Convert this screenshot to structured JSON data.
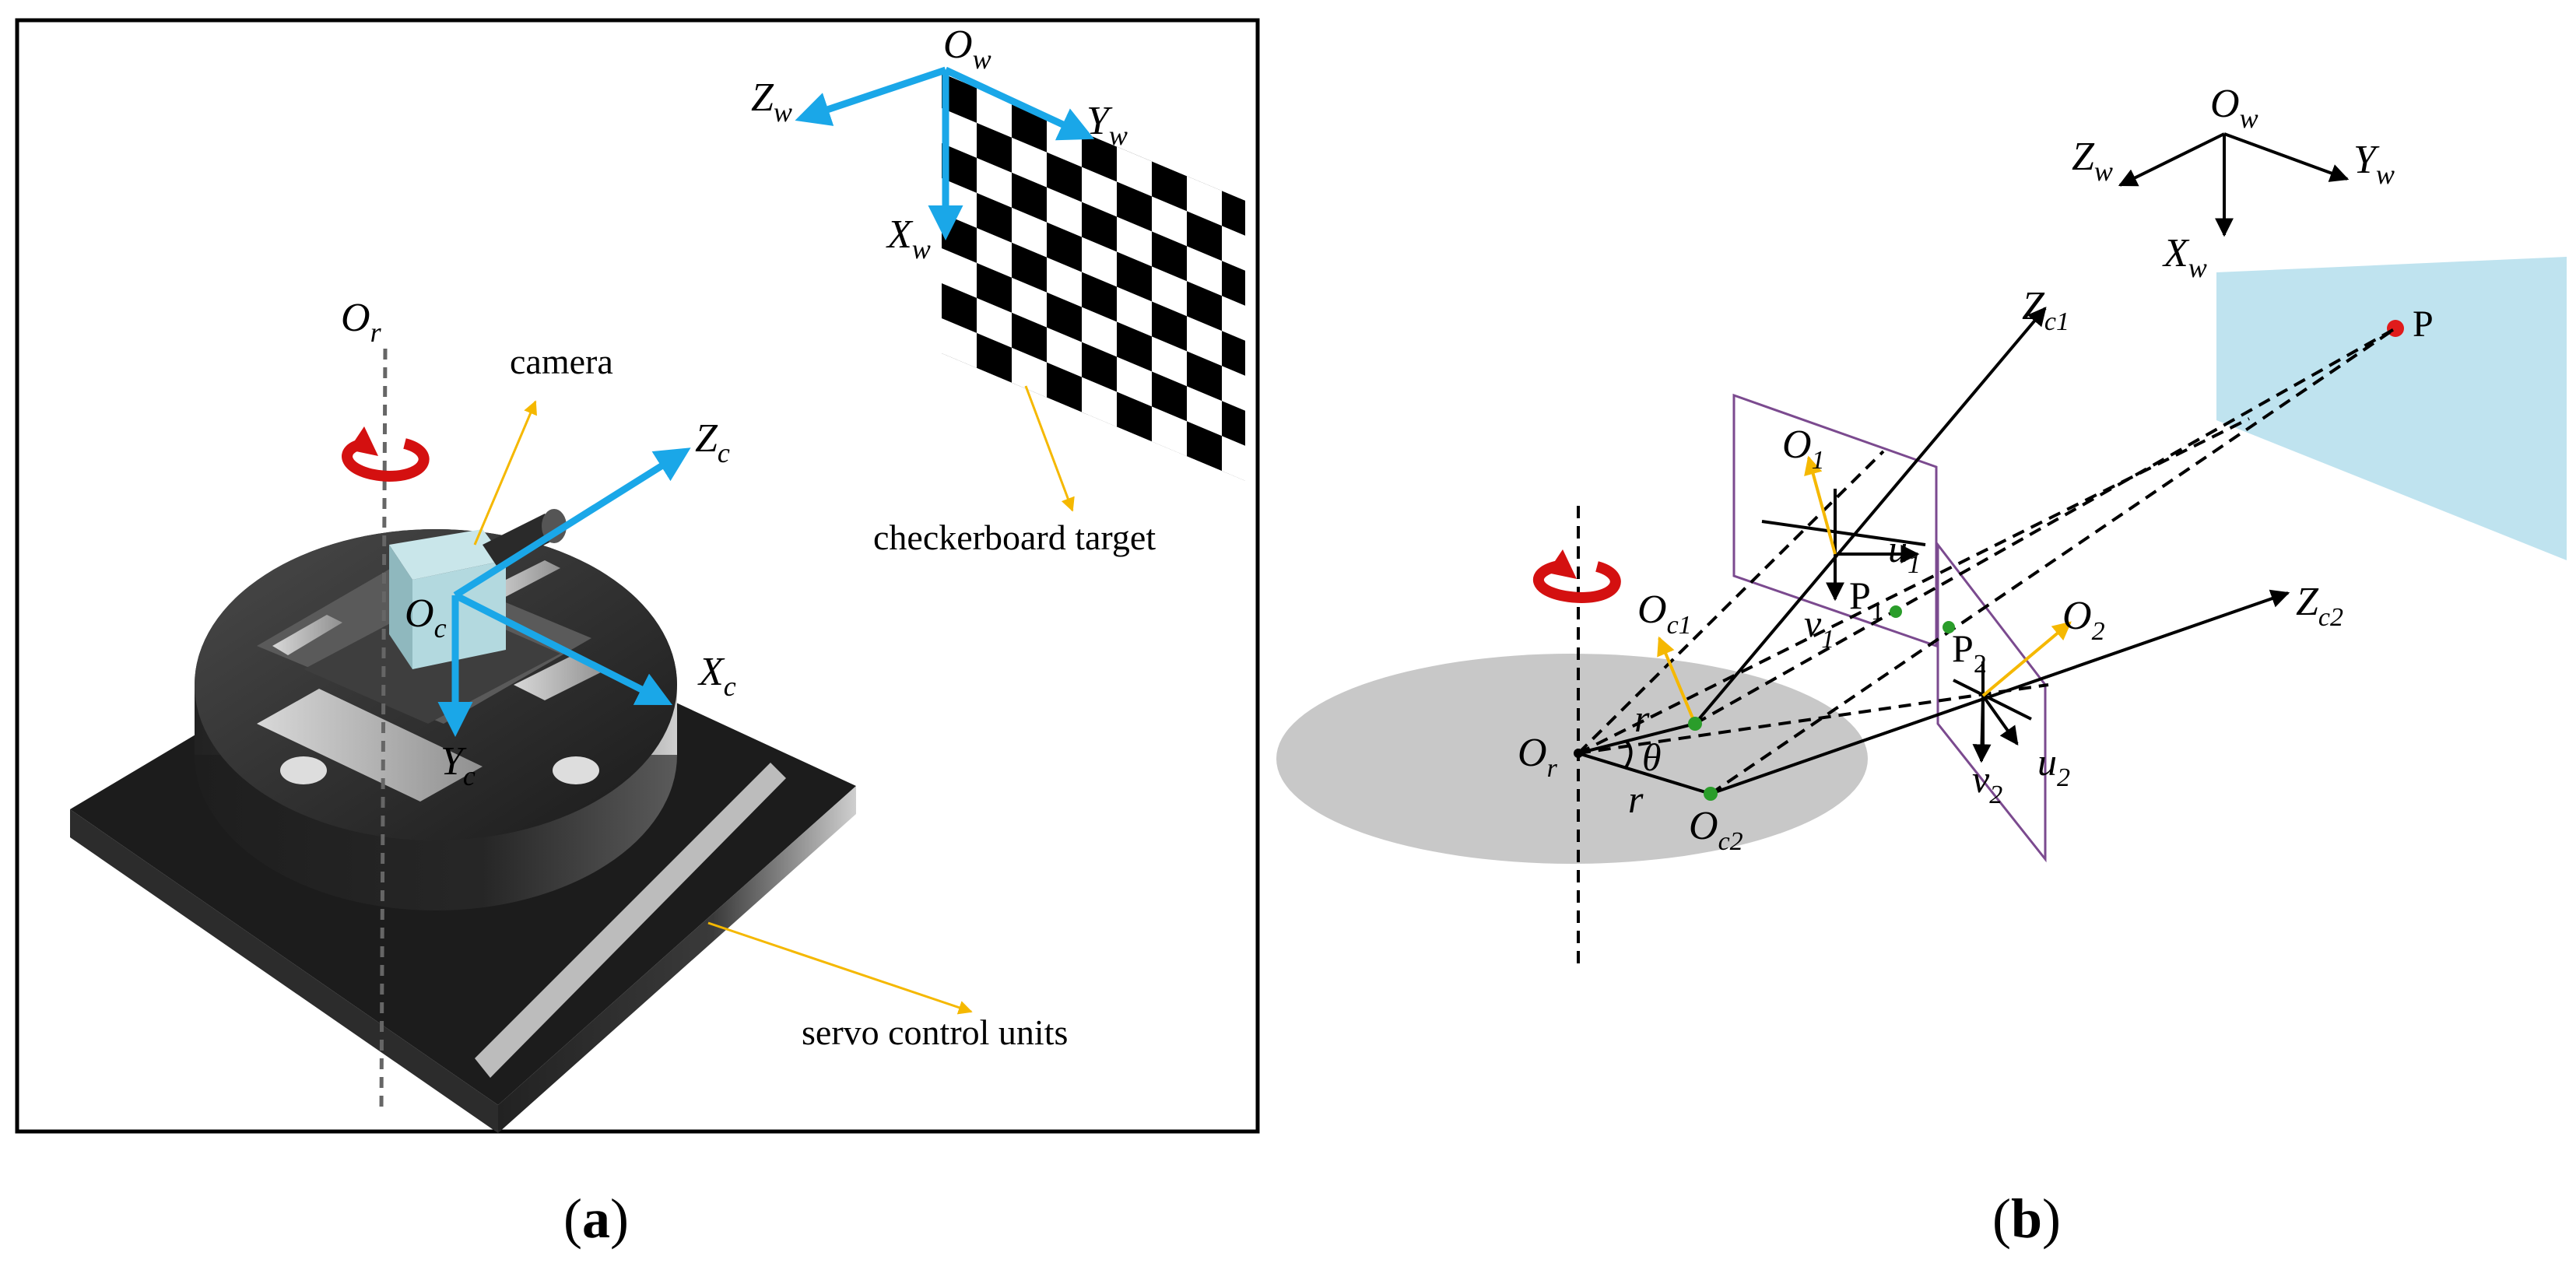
{
  "panel_a": {
    "caption": {
      "open": "(",
      "letter": "a",
      "close": ")"
    },
    "world_frame": {
      "origin": "O",
      "origin_sub": "w",
      "z": "Z",
      "z_sub": "w",
      "y": "Y",
      "y_sub": "w",
      "x": "X",
      "x_sub": "w"
    },
    "camera_frame": {
      "origin": "O",
      "origin_sub": "c",
      "z": "Z",
      "z_sub": "c",
      "x": "X",
      "x_sub": "c",
      "y": "Y",
      "y_sub": "c"
    },
    "rotation_axis": {
      "label": "O",
      "label_sub": "r"
    },
    "callouts": {
      "camera": "camera",
      "checkerboard": "checkerboard target",
      "servo": "servo control units"
    },
    "colors": {
      "axis": "#1aa7e8",
      "leader": "#f5b800",
      "rotation_arrow": "#d41010"
    }
  },
  "panel_b": {
    "caption": {
      "open": "(",
      "letter": "b",
      "close": ")"
    },
    "world_frame": {
      "origin": "O",
      "origin_sub": "w",
      "z": "Z",
      "z_sub": "w",
      "y": "Y",
      "y_sub": "w",
      "x": "X",
      "x_sub": "w"
    },
    "point": "P",
    "rotation_origin": {
      "label": "O",
      "sub": "r"
    },
    "camera1": {
      "zc": "Z",
      "zc_sub": "c1",
      "oc": "O",
      "oc_sub": "c1",
      "o": "O",
      "o_sub": "1",
      "u": "u",
      "u_sub": "1",
      "v": "v",
      "v_sub": "1",
      "p": "P",
      "p_sub": "1"
    },
    "camera2": {
      "zc": "Z",
      "zc_sub": "c2",
      "oc": "O",
      "oc_sub": "c2",
      "o": "O",
      "o_sub": "2",
      "u": "u",
      "u_sub": "2",
      "v": "v",
      "v_sub": "2",
      "p": "P",
      "p_sub": "2"
    },
    "radius": "r",
    "angle": "θ",
    "colors": {
      "plane": "#bfe3ef",
      "image_plane": "#7b4a8f",
      "disk": "#c8c8c8",
      "point": "#e01b1b",
      "green": "#2a9d2a",
      "orange": "#f5b800"
    }
  }
}
